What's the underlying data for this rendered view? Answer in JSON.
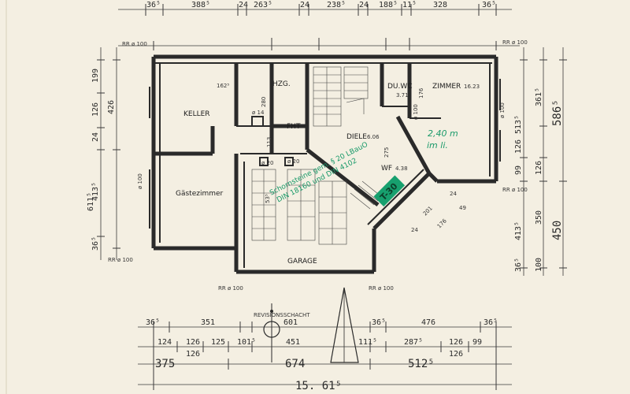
{
  "top_dims": [
    "36⁵",
    "388⁵",
    "24",
    "263⁵",
    "24",
    "238⁵",
    "24",
    "188⁵",
    "11⁵",
    "328",
    "36⁵"
  ],
  "rooms": {
    "keller": "KELLER",
    "hzg": "HZG.",
    "fht": "FHT",
    "gaestezimmer": "Gästezimmer",
    "garage": "GARAGE",
    "diele": "DIELE",
    "diele_area": "6.06",
    "duwc": "DU.WC",
    "duwc_area": "3.71",
    "zimmer": "ZIMMER",
    "zimmer_area": "16.23",
    "wf": "WF",
    "wf_area": "4.38"
  },
  "rr_labels": [
    "RR ø 100",
    "RR ø 100",
    "RR ø 100",
    "RR ø 100",
    "RR ø 100",
    "RR ø 100"
  ],
  "inner_dims": {
    "keller_w": "162⁵",
    "hzg_h": "280",
    "fht_h": "113",
    "dim_176": "176",
    "dim_275": "275",
    "dim_201": "201",
    "dim_176b": "176",
    "dim_24": "24",
    "dim_49": "49",
    "dim_24b": "24",
    "ch1": "ø 14",
    "ch2": "ø 20",
    "ch3": "ø 20",
    "d100a": "ø 100",
    "d100b": "ø 100",
    "d100c": "ø 100",
    "g53": "53⁵"
  },
  "left_dims_outer": [
    "199",
    "126",
    "24",
    "413⁵",
    "36⁵"
  ],
  "left_dims_inner": [
    "426",
    "611⁵"
  ],
  "right_dims_inner": [
    "361⁵",
    "513⁵",
    "126",
    "99",
    "350",
    "413⁵",
    "36⁵"
  ],
  "right_dims_outer": [
    "586⁵",
    "126",
    "100",
    "450"
  ],
  "green_notes": {
    "chimney_line1": "Schornsteine gem. § 20 LBauO",
    "chimney_line2": "DIN 18160 und DIN 4102",
    "height_line1": "2,40 m",
    "height_line2": "im li.",
    "stamp": "T-30"
  },
  "revision": "REVISIONSSCHACHT",
  "rev_dim": "601",
  "bottom_row1": [
    "36⁵",
    "351",
    "36⁵",
    "476",
    "36⁵"
  ],
  "bottom_row2": [
    "124",
    "126",
    "125",
    "101⁵",
    "451",
    "111⁵",
    "287⁵",
    "126",
    "99"
  ],
  "bottom_row2b": [
    "126",
    "126"
  ],
  "bottom_row3": [
    "375",
    "674",
    "512⁵"
  ],
  "total": "15. 61⁵"
}
